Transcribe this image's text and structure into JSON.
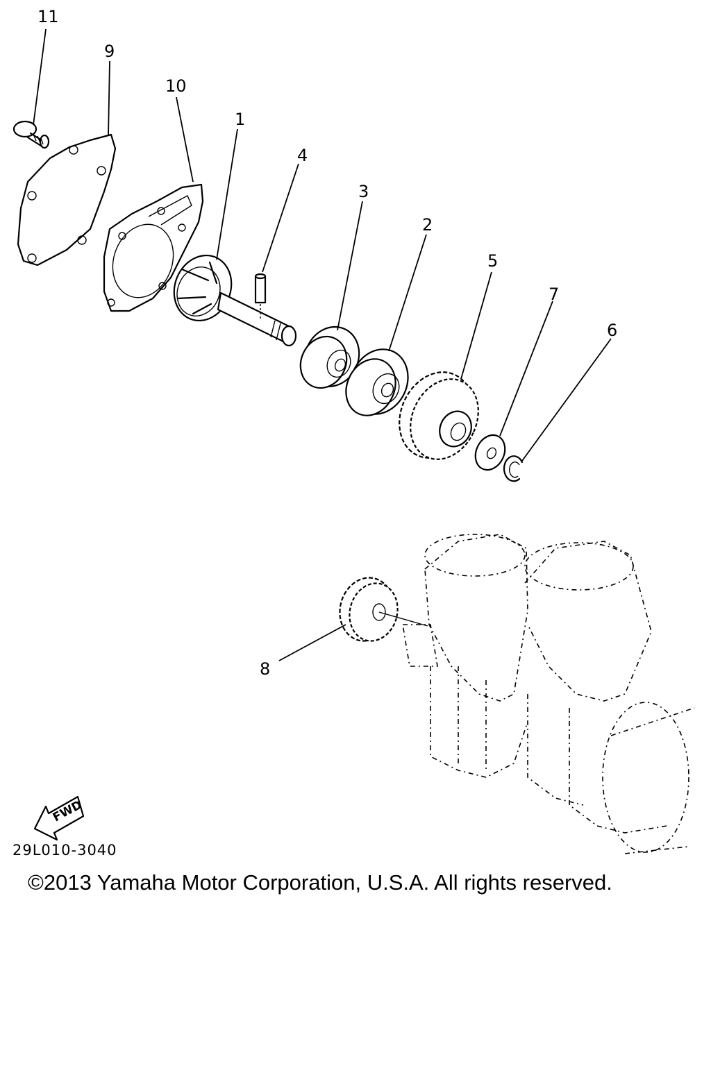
{
  "callouts": {
    "p1": "1",
    "p2": "2",
    "p3": "3",
    "p4": "4",
    "p5": "5",
    "p6": "6",
    "p7": "7",
    "p8": "8",
    "p9": "9",
    "p10": "10",
    "p11": "11"
  },
  "fwd_label": "FWD",
  "diagram_code": "29L010-3040",
  "copyright": "©2013 Yamaha Motor Corporation, U.S.A. All rights reserved."
}
